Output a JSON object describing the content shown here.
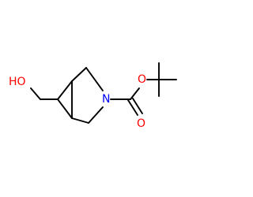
{
  "molecule": {
    "atoms": {
      "hydroxyl": {
        "text": "HO",
        "color": "#ff0000"
      },
      "ring_nitrogen": {
        "text": "N",
        "color": "#0000ff"
      },
      "ester_oxygen": {
        "text": "O",
        "color": "#ff0000"
      },
      "carbonyl_oxygen": {
        "text": "O",
        "color": "#ff0000"
      }
    },
    "bond_color": "#000000"
  }
}
